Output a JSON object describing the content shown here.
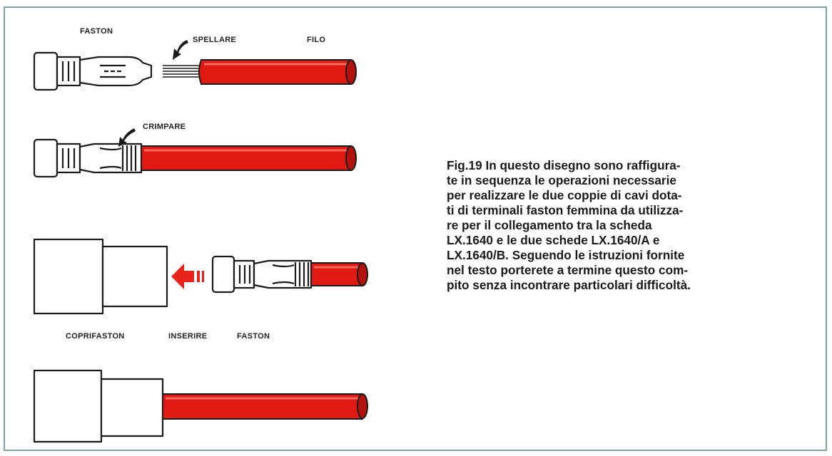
{
  "colors": {
    "border": "#7fa3a0",
    "wire": "#e01a12",
    "wire_dark": "#b3120c",
    "outline": "#1b1b1b",
    "arrow": "#e8231a"
  },
  "labels": {
    "faston_top": "FASTON",
    "spellare": "SPELLARE",
    "filo": "FILO",
    "crimpare": "CRIMPARE",
    "coprifaston": "COPRIFASTON",
    "inserire": "INSERIRE",
    "faston_bottom": "FASTON"
  },
  "caption": {
    "lines": [
      "Fig.19 In questo disegno sono raffigura-",
      "te in sequenza le operazioni necessarie",
      "per realizzare le due coppie di cavi dota-",
      "ti di terminali faston femmina da utilizza-",
      "re per il collegamento tra la scheda",
      "LX.1640 e le due schede LX.1640/A e",
      "LX.1640/B. Seguendo le istruzioni fornite",
      "nel testo porterete a termine questo com-",
      "pito senza incontrare particolari difficoltà."
    ]
  }
}
